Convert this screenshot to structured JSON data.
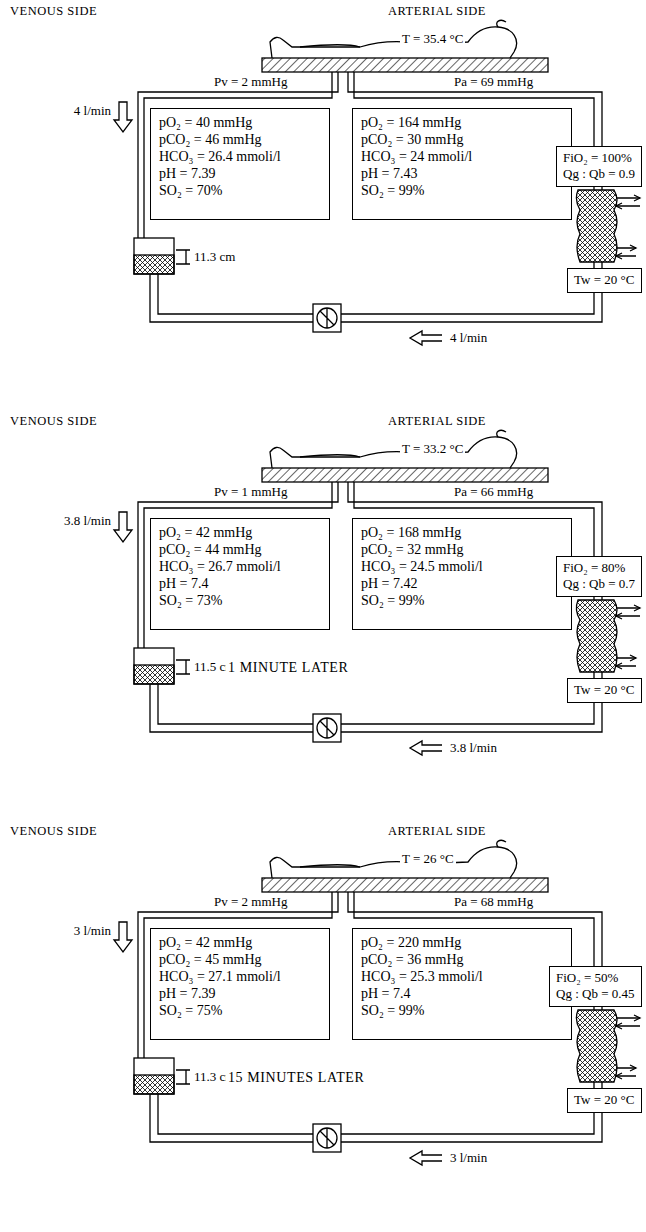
{
  "diagram": {
    "nodes": [
      {
        "text": [
          "pO₂ = 40 mmHg",
          "pCO₂ = 46 mmHg",
          "HCO₃ = 26.4 mmoli/l",
          "pH = 7.39",
          "SO₂ = 70%"
        ]
      },
      {
        "text": [
          "pO₂ = 164 mmHg",
          "pCO₂ = 30 mmHg",
          "HCO₃ = 24 mmoli/l",
          "pH = 7.43",
          "SO₂ = 99%"
        ]
      },
      {
        "text": [
          "FiO₂ = 100%",
          "Qg : Qb = 0.9"
        ]
      },
      {
        "text": [
          "Tw = 20 °C"
        ]
      },
      {
        "text": [
          "pO₂ = 42 mmHg",
          "pCO₂ = 44 mmHg",
          "HCO₃ = 26.7 mmoli/l",
          "pH = 7.4",
          "SO₂ = 73%"
        ]
      },
      {
        "text": [
          "pO₂ = 168 mmHg",
          "pCO₂ = 32 mmHg",
          "HCO₃ = 24.5 mmoli/l",
          "pH = 7.42",
          "SO₂ = 99%"
        ]
      },
      {
        "text": [
          "FiO₂ = 80%",
          "Qg : Qb = 0.7"
        ]
      },
      {
        "text": [
          "Tw = 20 °C"
        ]
      },
      {
        "text": [
          "pO₂ = 42 mmHg",
          "pCO₂ = 45 mmHg",
          "HCO₃ = 27.1 mmoli/l",
          "pH = 7.39",
          "SO₂ = 75%"
        ]
      },
      {
        "text": [
          "pO₂ = 220 mmHg",
          "pCO₂ = 36 mmHg",
          "HCO₃ = 25.3 mmoli/l",
          "pH = 7.4",
          "SO₂ = 99%"
        ]
      },
      {
        "text": [
          "FiO₂ = 50%",
          "Qg : Qb = 0.45"
        ]
      },
      {
        "text": [
          "Tw = 20 °C"
        ]
      }
    ],
    "labels": [
      "VENOUS SIDE",
      "ARTERIAL SIDE",
      "T = 35.4 °C",
      "Pv = 2 mmHg",
      "Pa = 69 mmHg",
      "4 l/min",
      "11.3 cm",
      "4 l/min",
      "VENOUS SIDE",
      "ARTERIAL SIDE",
      "T = 33.2 °C",
      "Pv = 1 mmHg",
      "Pa = 66 mmHg",
      "3.8 l/min",
      "11.5 cm",
      "1 MINUTE LATER",
      "3.8 l/min",
      "VENOUS SIDE",
      "ARTERIAL SIDE",
      "T = 26 °C",
      "Pv = 2 mmHg",
      "Pa = 68 mmHg",
      "3 l/min",
      "11.3 cm",
      "15 MINUTES LATER",
      "3 l/min"
    ]
  }
}
